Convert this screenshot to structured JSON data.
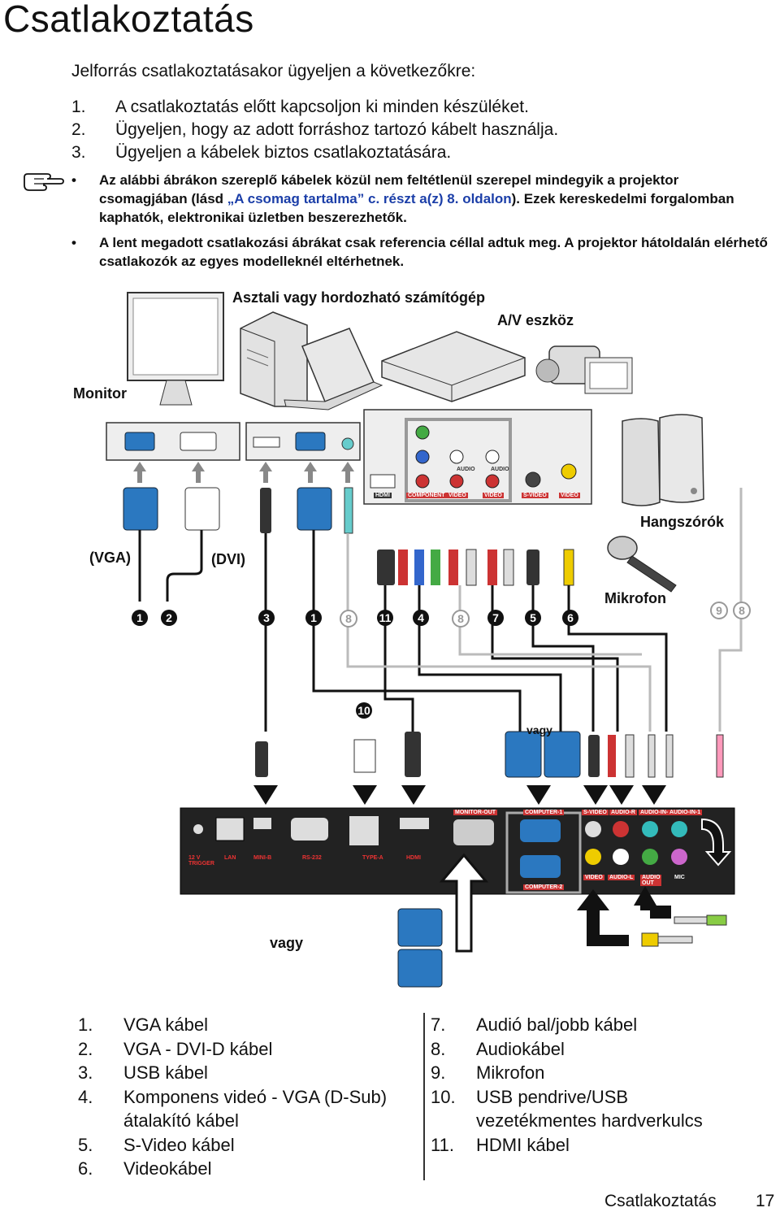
{
  "title": "Csatlakoztatás",
  "intro": "Jelforrás csatlakoztatásakor ügyeljen a következőkre:",
  "steps": [
    {
      "num": "1.",
      "text": "A csatlakoztatás előtt kapcsoljon ki minden készüléket."
    },
    {
      "num": "2.",
      "text": "Ügyeljen, hogy az adott forráshoz tartozó kábelt használja."
    },
    {
      "num": "3.",
      "text": "Ügyeljen a kábelek biztos csatlakoztatására."
    }
  ],
  "notes": {
    "note1_pre": "Az alábbi ábrákon szereplő kábelek közül nem feltétlenül szerepel mindegyik a projektor csomagjában (lásd ",
    "note1_link": "„A csomag tartalma” c. részt a(z) 8. oldalon",
    "note1_post": "). Ezek kereskedelmi forgalomban kaphatók, elektronikai üzletben beszerezhetők.",
    "note2": "A lent megadott csatlakozási ábrákat csak referencia céllal adtuk meg. A projektor hátoldalán elérhető csatlakozók az egyes modelleknél eltérhetnek."
  },
  "diagram": {
    "computer": "Asztali vagy hordozható számítógép",
    "av": "A/V eszköz",
    "monitor": "Monitor",
    "speakers": "Hangszórók",
    "vga": "(VGA)",
    "dvi": "(DVI)",
    "mic": "Mikrofon",
    "or1": "vagy",
    "or2": "vagy",
    "cable_numbers": [
      "1",
      "2",
      "3",
      "1",
      "8",
      "11",
      "4",
      "8",
      "7",
      "5",
      "6",
      "9",
      "8",
      "10"
    ],
    "av_ports": [
      "HDMI",
      "COMPONENT",
      "VIDEO",
      "VIDEO",
      "S-VIDEO",
      "VIDEO",
      "AUDIO",
      "AUDIO"
    ],
    "projector_ports": [
      "12 V TRIGGER",
      "LAN",
      "MINI-B",
      "RS-232",
      "TYPE-A",
      "HDMI",
      "MONITOR-OUT",
      "COMPUTER-1",
      "COMPUTER-2",
      "S-VIDEO",
      "AUDIO-R",
      "VIDEO",
      "AUDIO-L",
      "AUDIO-IN-2",
      "AUDIO-IN-1",
      "AUDIO OUT",
      "MIC"
    ]
  },
  "legend_left": [
    {
      "n": "1.",
      "t": "VGA kábel"
    },
    {
      "n": "2.",
      "t": "VGA - DVI-D kábel"
    },
    {
      "n": "3.",
      "t": "USB kábel"
    },
    {
      "n": "4.",
      "t": "Komponens videó - VGA (D-Sub) átalakító kábel"
    },
    {
      "n": "5.",
      "t": "S-Video kábel"
    },
    {
      "n": "6.",
      "t": "Videokábel"
    }
  ],
  "legend_right": [
    {
      "n": "7.",
      "t": "Audió bal/jobb kábel"
    },
    {
      "n": "8.",
      "t": "Audiokábel"
    },
    {
      "n": "9.",
      "t": "Mikrofon"
    },
    {
      "n": "10.",
      "t": "USB pendrive/USB vezetékmentes hardverkulcs"
    },
    {
      "n": "11.",
      "t": "HDMI kábel"
    }
  ],
  "footer": {
    "section": "Csatlakoztatás",
    "page": "17"
  }
}
